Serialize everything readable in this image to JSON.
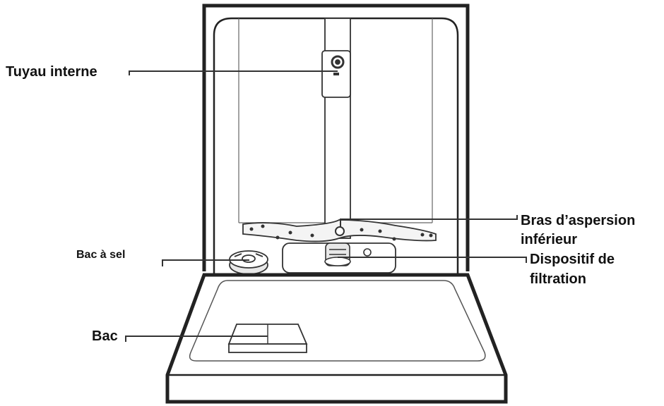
{
  "colors": {
    "outline": "#222222",
    "line": "#333333",
    "thin_line": "#555555",
    "fill": "#ffffff",
    "light_fill": "#f4f4f4",
    "part_fill": "#e8e8e8"
  },
  "labels": {
    "tuyau_interne": "Tuyau interne",
    "bras_aspersion_line1": "Bras d’aspersion",
    "bras_aspersion_line2": "inférieur",
    "bac_a_sel": "Bac à sel",
    "dispositif_line1": "Dispositif de",
    "dispositif_line2": "filtration",
    "bac": "Bac"
  }
}
